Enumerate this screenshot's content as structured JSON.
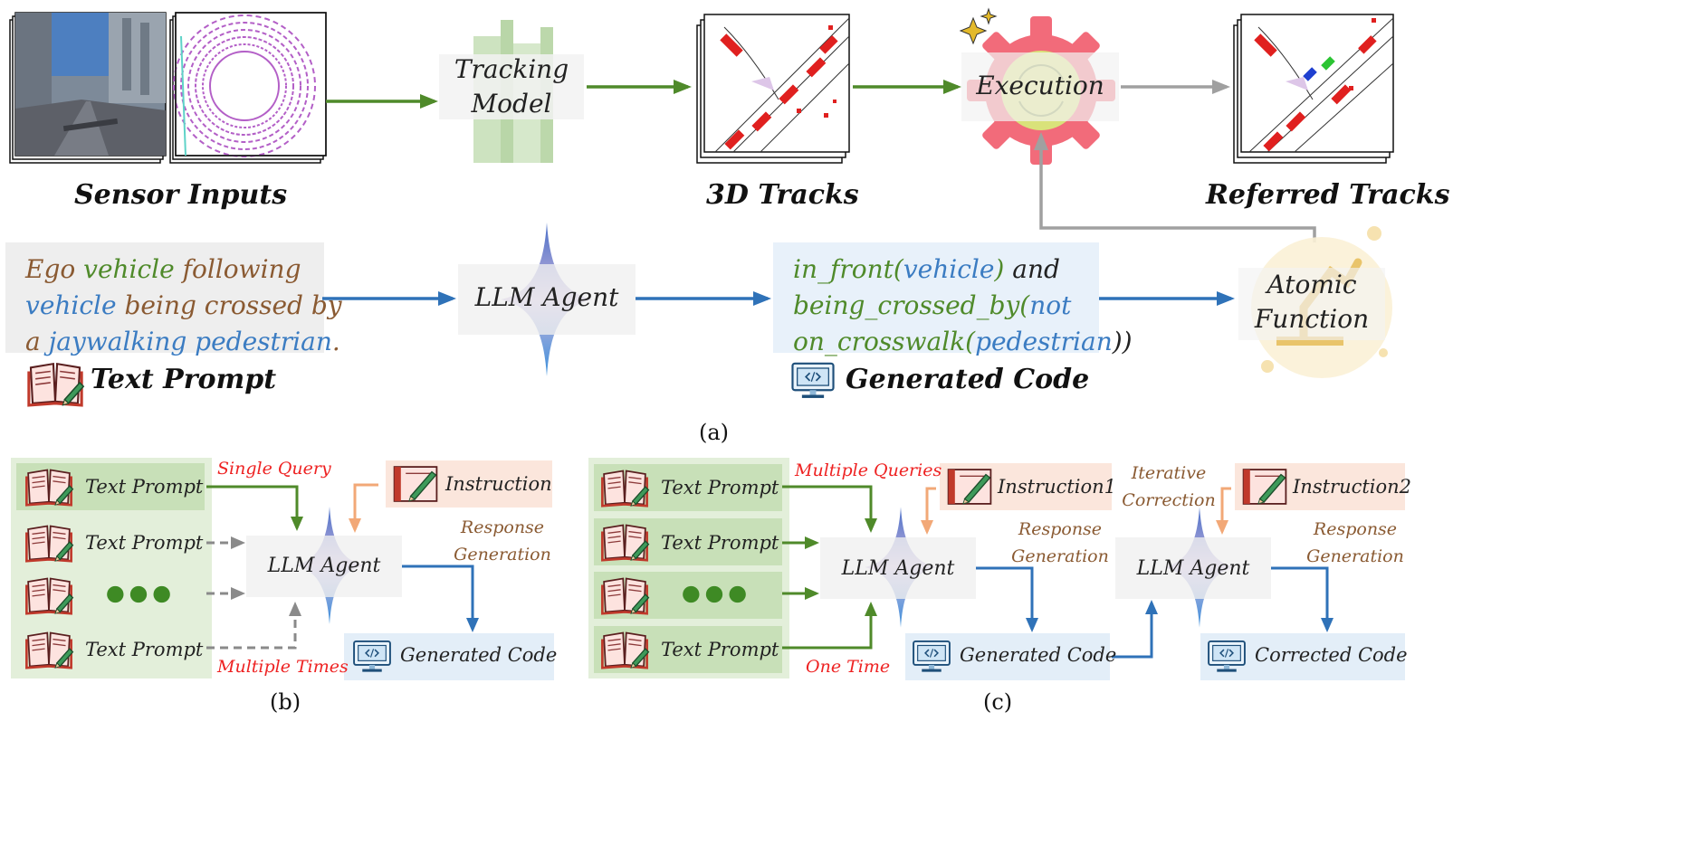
{
  "panel_a": {
    "caption": "(a)",
    "sensor_inputs_label": "Sensor Inputs",
    "tracking_model_line1": "Tracking",
    "tracking_model_line2": "Model",
    "tracks_3d_label": "3D Tracks",
    "execution_label": "Execution",
    "referred_tracks_label": "Referred Tracks",
    "atomic_function_line1": "Atomic",
    "atomic_function_line2": "Function",
    "llm_agent_label": "LLM Agent",
    "text_prompt_label": "Text Prompt",
    "generated_code_label": "Generated Code",
    "prompt_text": {
      "w1": "Ego ",
      "w2": "vehicle",
      "w3": " following",
      "w4": "vehicle",
      "w5": " being crossed by",
      "w6": "a ",
      "w7": "jaywalking pedestrian",
      "w8": "."
    },
    "code_text": {
      "c1": "in_front(",
      "c2": "vehicle",
      "c3": ")",
      "c4": " and",
      "c5": "being_crossed_by(",
      "c6": "not",
      "c7": "on_crosswalk(",
      "c8": "pedestrian",
      "c9": "))"
    }
  },
  "panel_b": {
    "caption": "(b)",
    "prompts": [
      "Text Prompt",
      "Text Prompt",
      "Text Prompt"
    ],
    "single_query_label": "Single Query",
    "multiple_times_label": "Multiple Times",
    "instruction_label": "Instruction",
    "response_generation_line1": "Response",
    "response_generation_line2": "Generation",
    "llm_agent_label": "LLM Agent",
    "generated_code_label": "Generated Code"
  },
  "panel_c": {
    "caption": "(c)",
    "prompts": [
      "Text Prompt",
      "Text Prompt",
      "Text Prompt"
    ],
    "multiple_queries_label": "Multiple Queries",
    "one_time_label": "One Time",
    "instruction1_label": "Instruction1",
    "instruction2_label": "Instruction2",
    "iterative_correction_line1": "Iterative",
    "iterative_correction_line2": "Correction",
    "response_generation_line1": "Response",
    "response_generation_line2": "Generation",
    "llm_agent_label": "LLM Agent",
    "generated_code_label": "Generated Code",
    "corrected_code_label": "Corrected Code"
  },
  "colors": {
    "green_arrow": "#4f8a2a",
    "blue_arrow": "#2f72b8",
    "gray_arrow": "#a0a0a0",
    "orange_arrow": "#f2a877",
    "red_label": "#ee2222",
    "brown_label": "#8a5a32"
  }
}
